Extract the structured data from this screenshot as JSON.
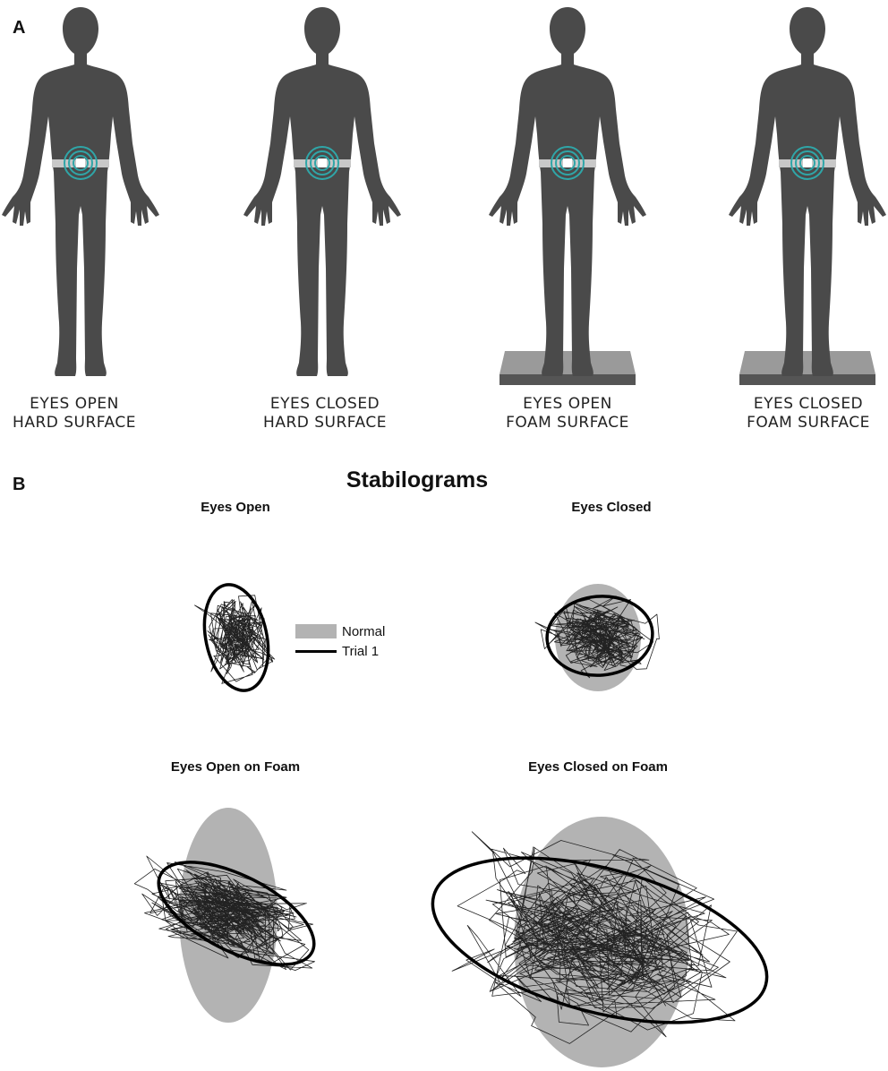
{
  "panel_a": {
    "letter": "A",
    "figures": [
      {
        "line1": "EYES OPEN",
        "line2": "HARD SURFACE",
        "surface": "hard"
      },
      {
        "line1": "EYES CLOSED",
        "line2": "HARD SURFACE",
        "surface": "hard"
      },
      {
        "line1": "EYES OPEN",
        "line2": "FOAM SURFACE",
        "surface": "foam"
      },
      {
        "line1": "EYES CLOSED",
        "line2": "FOAM SURFACE",
        "surface": "foam"
      }
    ],
    "colors": {
      "body": "#4a4a4a",
      "belt": "#c8c8c8",
      "sensor_rings": "#2fa6a8",
      "foam": "#9a9a9a"
    }
  },
  "panel_b": {
    "letter": "B",
    "title": "Stabilograms",
    "plots": [
      {
        "title": "Eyes Open"
      },
      {
        "title": "Eyes Closed"
      },
      {
        "title": "Eyes Open on Foam"
      },
      {
        "title": "Eyes Closed on Foam"
      }
    ],
    "legend": {
      "normal": "Normal",
      "trial": "Trial 1"
    },
    "colors": {
      "normal_fill": "#b3b3b3",
      "trial_line": "#000000",
      "trace": "#222222"
    }
  }
}
